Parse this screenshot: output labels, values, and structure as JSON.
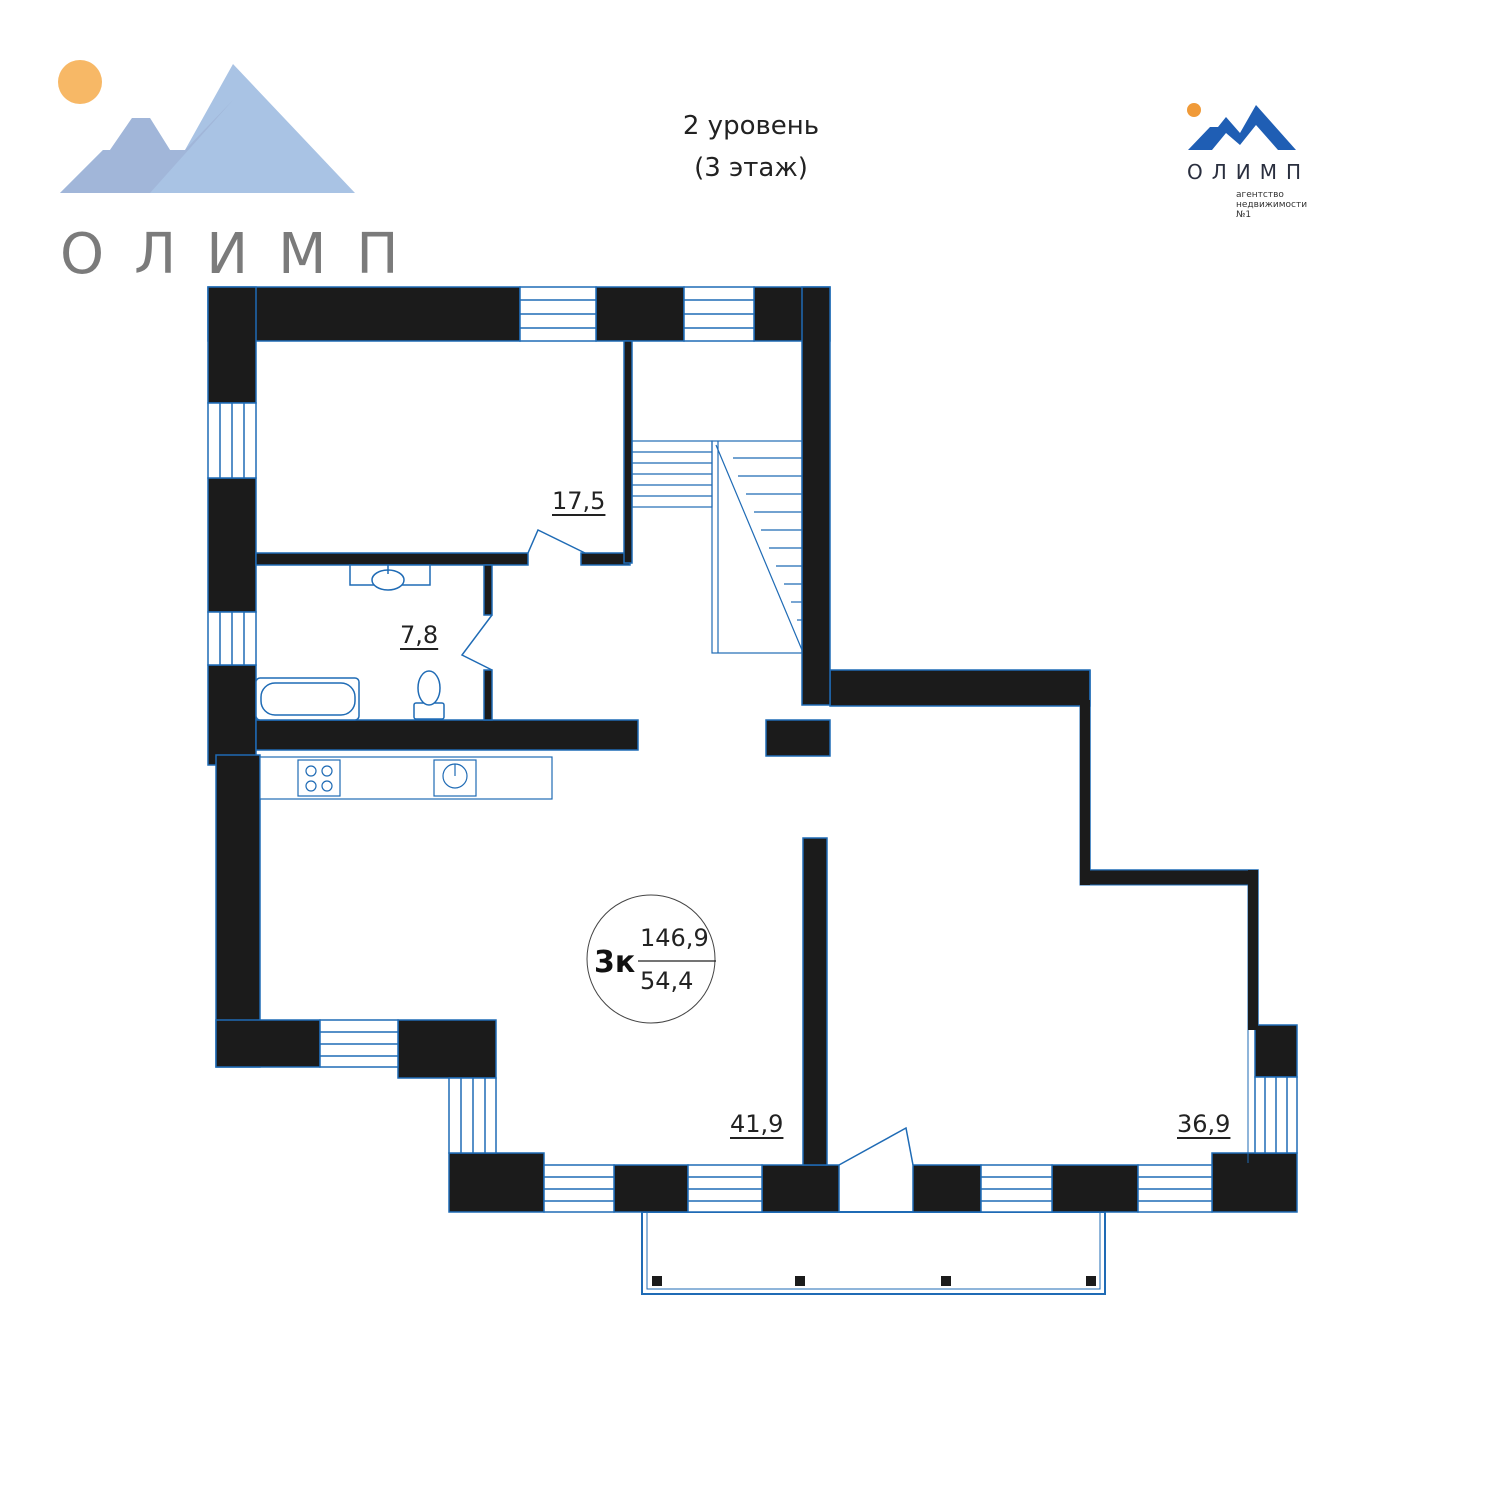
{
  "header": {
    "level": "2 уровень",
    "floor": "(3 этаж)"
  },
  "brand": {
    "name": "ОЛИМП",
    "tagline_1": "агентство",
    "tagline_2": "недвижимости",
    "tagline_3": "№1",
    "colors": {
      "sun": "#f7b866",
      "mountain_light": "#a9c3e4",
      "mountain_dark": "#1f5eb4",
      "text_gray": "#7b7b7b"
    }
  },
  "apartment": {
    "rooms_label": "3к",
    "total_area": "146,9",
    "living_area": "54,4"
  },
  "rooms": [
    {
      "id": "bedroom",
      "area": "17,5"
    },
    {
      "id": "bathroom",
      "area": "7,8"
    },
    {
      "id": "living-kitchen",
      "area": "41,9"
    },
    {
      "id": "room-east",
      "area": "36,9"
    }
  ],
  "colors": {
    "wall": "#1b1b1b",
    "outline": "#1f6bb5"
  }
}
